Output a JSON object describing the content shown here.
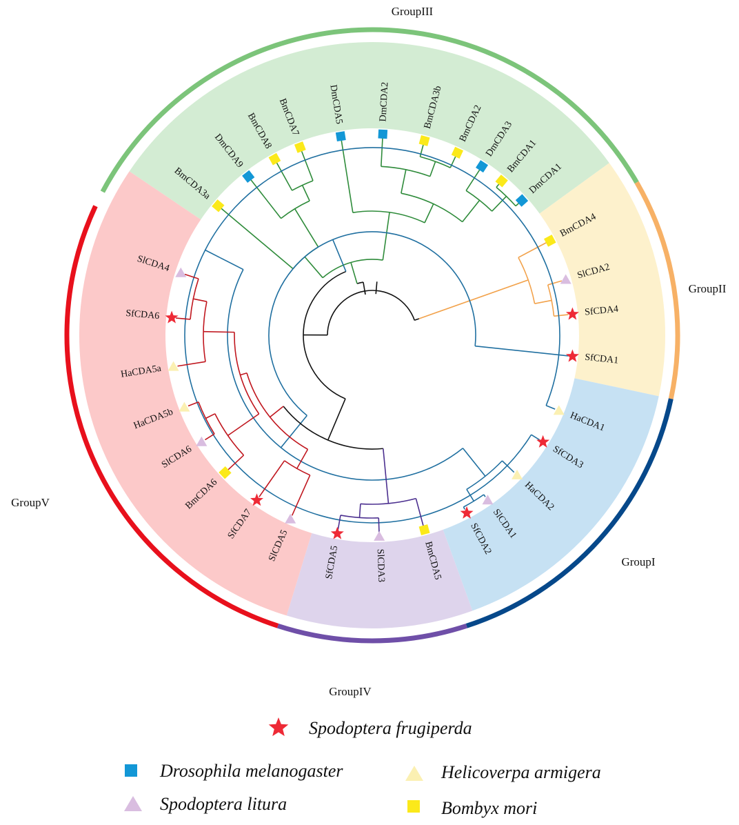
{
  "groups": [
    {
      "id": "I",
      "label": "GroupI",
      "band_color": "#c6e1f3",
      "ring_color": "#06488a",
      "branch_color": "#1f6fa0"
    },
    {
      "id": "II",
      "label": "GroupII",
      "band_color": "#fdf1cc",
      "ring_color": "#f7b166",
      "branch_color": "#f2a24b"
    },
    {
      "id": "III",
      "label": "GroupIII",
      "band_color": "#d3ecd3",
      "ring_color": "#7cc47a",
      "branch_color": "#2e8b3a"
    },
    {
      "id": "IV",
      "label": "GroupIV",
      "band_color": "#ded4ec",
      "ring_color": "#6f4fa8",
      "branch_color": "#4b2f8f"
    },
    {
      "id": "V",
      "label": "GroupV",
      "band_color": "#fcc9c9",
      "ring_color": "#e8101c",
      "branch_color": "#c0161e"
    }
  ],
  "species": [
    {
      "key": "sf",
      "name": "Spodoptera frugiperda",
      "shape": "star",
      "color": "#ee2a36"
    },
    {
      "key": "dm",
      "name": "Drosophila melanogaster",
      "shape": "square",
      "color": "#1397d6"
    },
    {
      "key": "ha",
      "name": "Helicoverpa armigera",
      "shape": "triangle",
      "color": "#fbf0b2"
    },
    {
      "key": "sl",
      "name": "Spodoptera litura",
      "shape": "triangle",
      "color": "#d9bde0"
    },
    {
      "key": "bm",
      "name": "Bombyx mori",
      "shape": "square",
      "color": "#fbe91a"
    }
  ],
  "leaves": [
    {
      "id": "DmCDA1",
      "group": "III",
      "species": "dm"
    },
    {
      "id": "BmCDA1",
      "group": "III",
      "species": "bm"
    },
    {
      "id": "DmCDA3",
      "group": "III",
      "species": "dm"
    },
    {
      "id": "BmCDA2",
      "group": "III",
      "species": "bm"
    },
    {
      "id": "BmCDA3b",
      "group": "III",
      "species": "bm"
    },
    {
      "id": "DmCDA2",
      "group": "III",
      "species": "dm"
    },
    {
      "id": "DmCDA5",
      "group": "III",
      "species": "dm"
    },
    {
      "id": "BmCDA7",
      "group": "III",
      "species": "bm"
    },
    {
      "id": "BmCDA8",
      "group": "III",
      "species": "bm"
    },
    {
      "id": "DmCDA9",
      "group": "III",
      "species": "dm"
    },
    {
      "id": "BmCDA3a",
      "group": "III",
      "species": "bm"
    },
    {
      "id": "SlCDA4",
      "group": "V",
      "species": "sl"
    },
    {
      "id": "SfCDA6",
      "group": "V",
      "species": "sf"
    },
    {
      "id": "HaCDA5a",
      "group": "V",
      "species": "ha"
    },
    {
      "id": "HaCDA5b",
      "group": "V",
      "species": "ha"
    },
    {
      "id": "SlCDA6",
      "group": "V",
      "species": "sl"
    },
    {
      "id": "BmCDA6",
      "group": "V",
      "species": "bm"
    },
    {
      "id": "SfCDA7",
      "group": "V",
      "species": "sf"
    },
    {
      "id": "SlCDA5",
      "group": "V",
      "species": "sl"
    },
    {
      "id": "SfCDA5",
      "group": "IV",
      "species": "sf"
    },
    {
      "id": "SlCDA3",
      "group": "IV",
      "species": "sl"
    },
    {
      "id": "BmCDA5",
      "group": "IV",
      "species": "bm"
    },
    {
      "id": "SfCDA2",
      "group": "I",
      "species": "sf"
    },
    {
      "id": "SlCDA1",
      "group": "I",
      "species": "sl"
    },
    {
      "id": "HaCDA2",
      "group": "I",
      "species": "ha"
    },
    {
      "id": "SfCDA3",
      "group": "I",
      "species": "sf"
    },
    {
      "id": "HaCDA1",
      "group": "I",
      "species": "ha"
    },
    {
      "id": "SfCDA1",
      "group": "I",
      "species": "sf"
    },
    {
      "id": "SfCDA4",
      "group": "II",
      "species": "sf"
    },
    {
      "id": "SlCDA2",
      "group": "II",
      "species": "sl"
    },
    {
      "id": "BmCDA4",
      "group": "II",
      "species": "bm"
    }
  ],
  "legend": {
    "sf": "Spodoptera frugiperda",
    "dm": "Drosophila melanogaster",
    "ha": "Helicoverpa armigera",
    "sl": "Spodoptera litura",
    "bm": "Bombyx mori"
  }
}
